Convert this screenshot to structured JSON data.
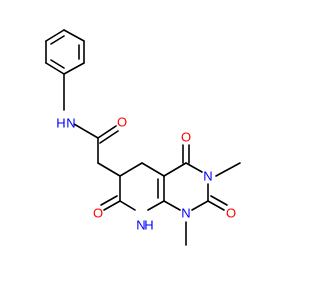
{
  "colors": {
    "background": "#ffffff",
    "bond": "#000000",
    "nitrogen": "#0000ff",
    "oxygen": "#ff0000"
  },
  "atoms": {
    "amide_nh": "N",
    "amide_h": "H",
    "amide_o": "O",
    "c4_o": "O",
    "n3": "N",
    "c2_o": "O",
    "n1": "N",
    "lactam_h": "H",
    "lactam_n": "N",
    "c7_o": "O"
  }
}
